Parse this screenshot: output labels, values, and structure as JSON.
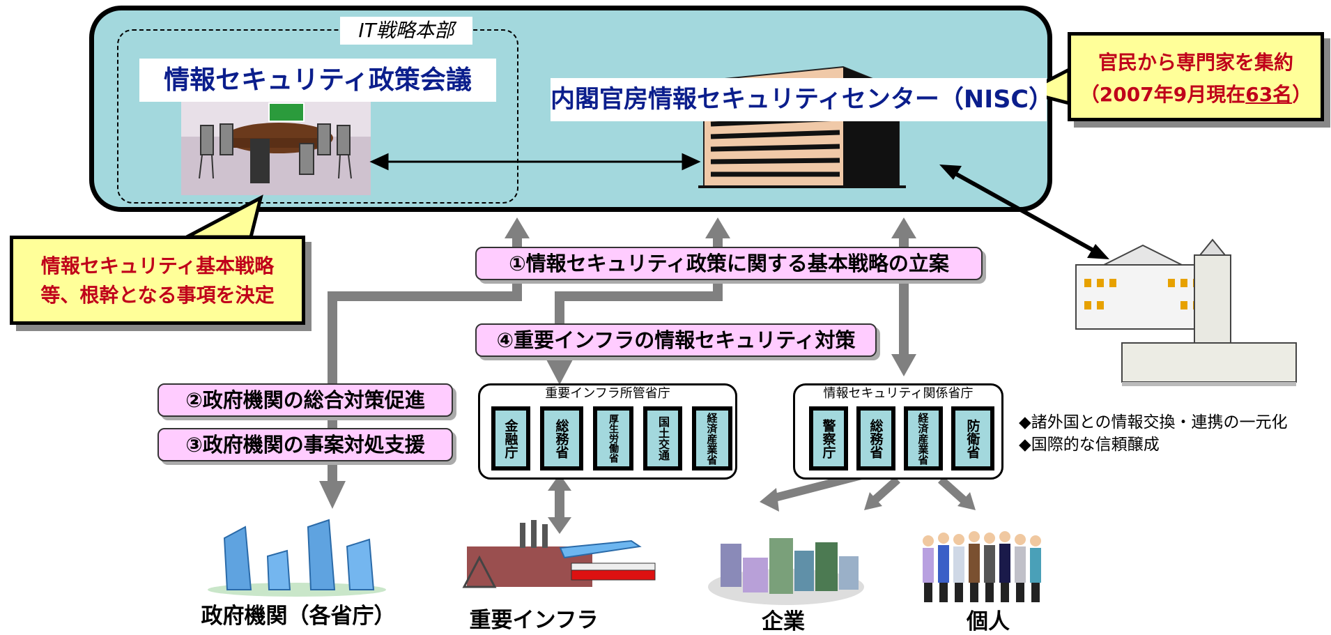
{
  "header": {
    "it_hq_label": "IT戦略本部",
    "council_title": "情報セキュリティ政策会議",
    "nisc_title": "内閣官房情報セキュリティセンター（NISC）"
  },
  "callouts": {
    "experts_line1": "官民から専門家を集約",
    "experts_line2_prefix": "（2007年9月現在",
    "experts_count": "63名",
    "experts_line2_suffix": "）",
    "strategy_line1": "情報セキュリティ基本戦略",
    "strategy_line2": "等、根幹となる事項を決定"
  },
  "functions": {
    "f1": "①情報セキュリティ政策に関する基本戦略の立案",
    "f2": "②政府機関の総合対策促進",
    "f3": "③政府機関の事案対処支援",
    "f4": "④重要インフラの情報セキュリティ対策"
  },
  "infra_agencies": {
    "title": "重要インフラ所管省庁",
    "items": [
      "金融庁",
      "総務省",
      "厚生労働省",
      "国土交通",
      "経済産業省"
    ]
  },
  "security_agencies": {
    "title": "情報セキュリティ関係省庁",
    "items": [
      "警察庁",
      "総務省",
      "経済産業省",
      "防衛省"
    ]
  },
  "targets": {
    "government": "政府機関（各省庁）",
    "infrastructure": "重要インフラ",
    "enterprises": "企業",
    "individuals": "個人"
  },
  "international": {
    "item1": "◆諸外国との情報交換・連携の一元化",
    "item2": "◆国際的な信頼醸成"
  },
  "colors": {
    "panel": "#a3d8dd",
    "title_text": "#0b1e8c",
    "callout_fill": "#ffff99",
    "callout_text": "#c0001a",
    "label_fill": "#ffccff",
    "arrow": "#808080"
  }
}
